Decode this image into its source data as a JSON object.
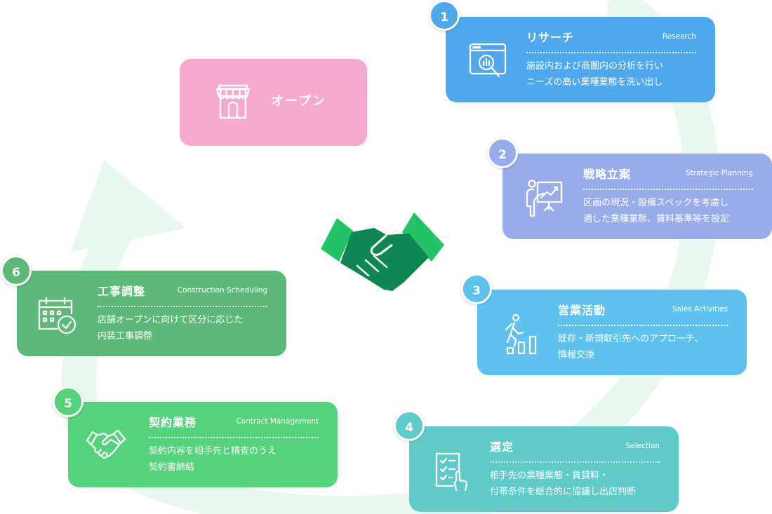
{
  "center_icon": "handshake-icon",
  "colors": {
    "cycle_arrow": "#e9f8ef",
    "open": "#f5a9cf",
    "research": "#4fa7ee",
    "strategy": "#97ace9",
    "sales": "#5ec1ee",
    "selection": "#5fcac8",
    "contract": "#55d27c",
    "construction": "#5cb97a",
    "handshake_dark": "#0f8752",
    "handshake_light": "#23c267"
  },
  "open": {
    "label": "オープン",
    "icon": "storefront-icon"
  },
  "steps": [
    {
      "number": "1",
      "title": "リサーチ",
      "en": "Research",
      "lines": [
        "施設内および商圏内の分析を行い",
        "ニーズの高い業種業態を洗い出し"
      ],
      "icon": "research-icon"
    },
    {
      "number": "2",
      "title": "戦略立案",
      "en": "Strategic Planning",
      "lines": [
        "区画の現況・設備スペックを考慮し",
        "適した業種業態、賃料基準等を設定"
      ],
      "icon": "presentation-icon"
    },
    {
      "number": "3",
      "title": "営業活動",
      "en": "Sales Activities",
      "lines": [
        "既存・新規取引先へのアプローチ、",
        "情報交換"
      ],
      "icon": "climbing-steps-icon"
    },
    {
      "number": "4",
      "title": "選定",
      "en": "Selection",
      "lines": [
        "相手先の業種業態・賃貸料・",
        "付帯条件を総合的に協議し出店判断"
      ],
      "icon": "checklist-icon"
    },
    {
      "number": "5",
      "title": "契約業務",
      "en": "Contract Management",
      "lines": [
        "契約内容を相手先と精査のうえ",
        "契約書締結"
      ],
      "icon": "handshake-outline-icon"
    },
    {
      "number": "6",
      "title": "工事調整",
      "en": "Construction Scheduling",
      "lines": [
        "店舗オープンに向けて区分に応じた",
        "内装工事調整"
      ],
      "icon": "calendar-check-icon"
    }
  ]
}
